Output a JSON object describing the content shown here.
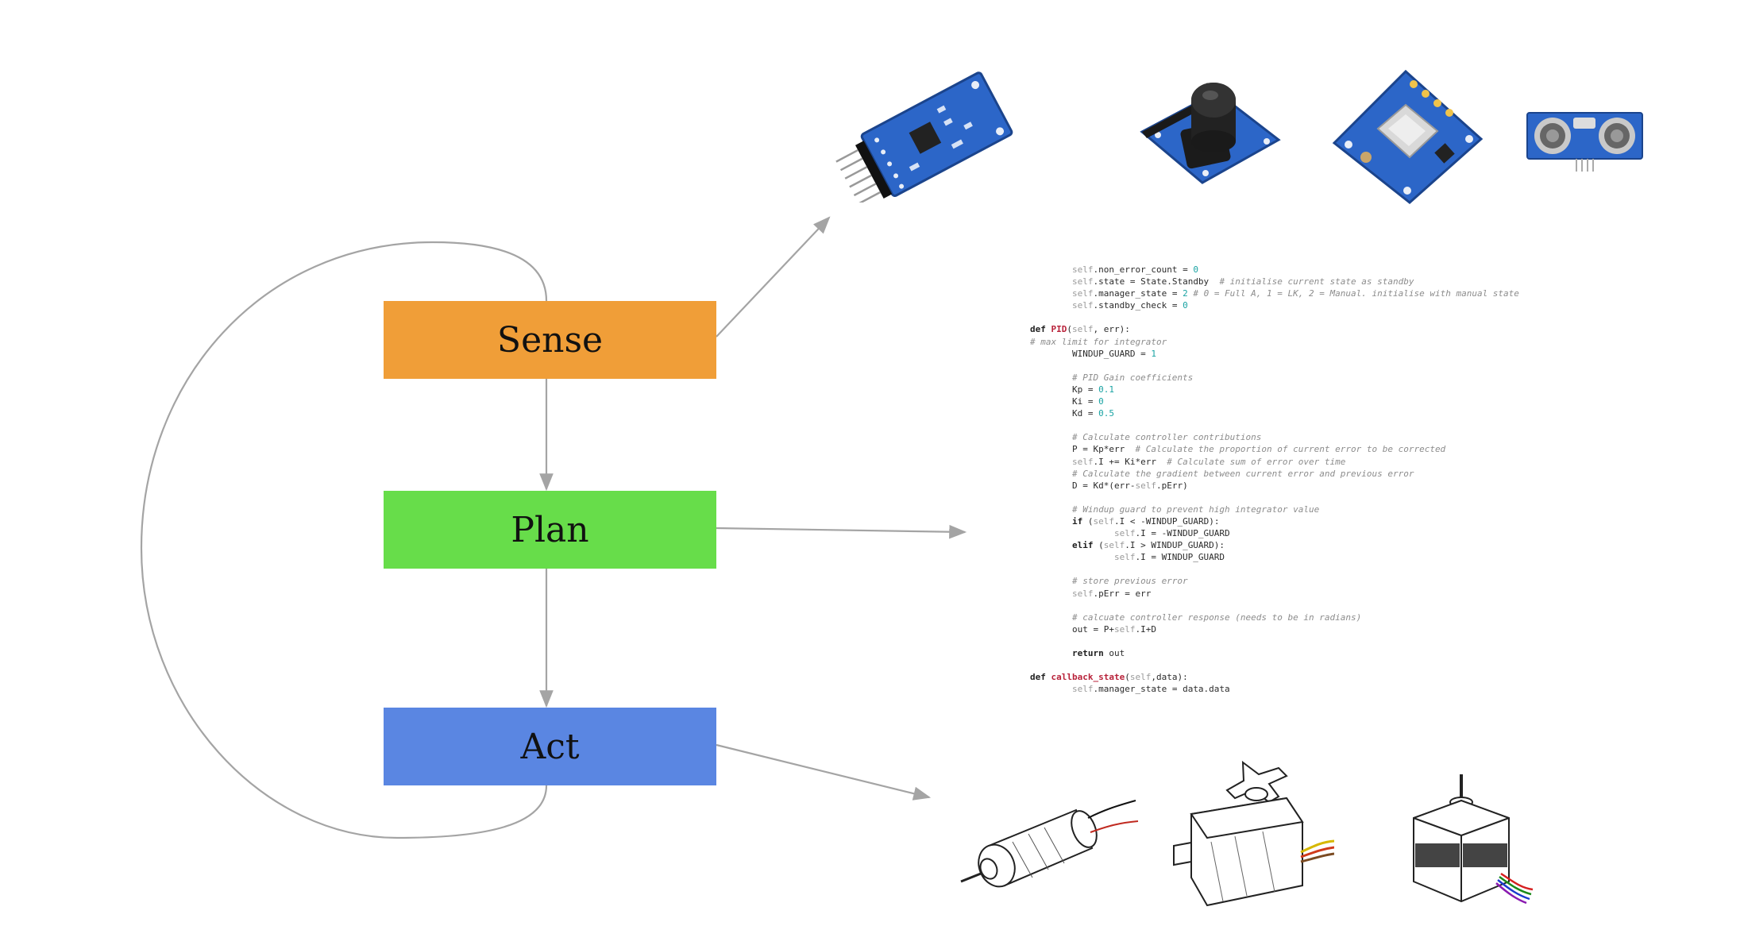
{
  "colors": {
    "sense": "#f09e38",
    "plan": "#67dd4a",
    "act": "#5a86e2",
    "connector": "#a4a4a4",
    "pcb_blue": "#2c66c8"
  },
  "stages": {
    "sense": "Sense",
    "plan": "Plan",
    "act": "Act"
  },
  "sensor_images": [
    "imu-module-icon",
    "camera-module-icon",
    "gps-module-icon",
    "ultrasonic-sensor-icon"
  ],
  "actuator_images": [
    "dc-motor-icon",
    "servo-motor-icon",
    "stepper-motor-icon"
  ],
  "code_lines": [
    [
      {
        "c": "sf",
        "t": "        self"
      },
      {
        "c": "",
        "t": ".non_error_count = "
      },
      {
        "c": "nm",
        "t": "0"
      }
    ],
    [
      {
        "c": "sf",
        "t": "        self"
      },
      {
        "c": "",
        "t": ".state = State.Standby  "
      },
      {
        "c": "cm",
        "t": "# initialise current state as standby"
      }
    ],
    [
      {
        "c": "sf",
        "t": "        self"
      },
      {
        "c": "",
        "t": ".manager_state = "
      },
      {
        "c": "nm",
        "t": "2"
      },
      {
        "c": "cm",
        "t": " # 0 = Full A, 1 = LK, 2 = Manual. initialise with manual state"
      }
    ],
    [
      {
        "c": "sf",
        "t": "        self"
      },
      {
        "c": "",
        "t": ".standby_check = "
      },
      {
        "c": "nm",
        "t": "0"
      }
    ],
    [
      {
        "c": "",
        "t": ""
      }
    ],
    [
      {
        "c": "kw",
        "t": "def "
      },
      {
        "c": "fn",
        "t": "PID"
      },
      {
        "c": "",
        "t": "("
      },
      {
        "c": "sf",
        "t": "self"
      },
      {
        "c": "",
        "t": ", err):"
      }
    ],
    [
      {
        "c": "cm",
        "t": "# max limit for integrator"
      }
    ],
    [
      {
        "c": "",
        "t": "        WINDUP_GUARD = "
      },
      {
        "c": "nm",
        "t": "1"
      }
    ],
    [
      {
        "c": "",
        "t": ""
      }
    ],
    [
      {
        "c": "cm",
        "t": "        # PID Gain coefficients"
      }
    ],
    [
      {
        "c": "",
        "t": "        Kp = "
      },
      {
        "c": "nm",
        "t": "0.1"
      }
    ],
    [
      {
        "c": "",
        "t": "        Ki = "
      },
      {
        "c": "nm",
        "t": "0"
      }
    ],
    [
      {
        "c": "",
        "t": "        Kd = "
      },
      {
        "c": "nm",
        "t": "0.5"
      }
    ],
    [
      {
        "c": "",
        "t": ""
      }
    ],
    [
      {
        "c": "cm",
        "t": "        # Calculate controller contributions"
      }
    ],
    [
      {
        "c": "",
        "t": "        P = Kp*err  "
      },
      {
        "c": "cm",
        "t": "# Calculate the proportion of current error to be corrected"
      }
    ],
    [
      {
        "c": "sf",
        "t": "        self"
      },
      {
        "c": "",
        "t": ".I += Ki*err  "
      },
      {
        "c": "cm",
        "t": "# Calculate sum of error over time"
      }
    ],
    [
      {
        "c": "cm",
        "t": "        # Calculate the gradient between current error and previous error"
      }
    ],
    [
      {
        "c": "",
        "t": "        D = Kd*(err-"
      },
      {
        "c": "sf",
        "t": "self"
      },
      {
        "c": "",
        "t": ".pErr)"
      }
    ],
    [
      {
        "c": "",
        "t": ""
      }
    ],
    [
      {
        "c": "cm",
        "t": "        # Windup guard to prevent high integrator value"
      }
    ],
    [
      {
        "c": "kw",
        "t": "        if "
      },
      {
        "c": "",
        "t": "("
      },
      {
        "c": "sf",
        "t": "self"
      },
      {
        "c": "",
        "t": ".I < -WINDUP_GUARD):"
      }
    ],
    [
      {
        "c": "sf",
        "t": "                self"
      },
      {
        "c": "",
        "t": ".I = -WINDUP_GUARD"
      }
    ],
    [
      {
        "c": "kw",
        "t": "        elif "
      },
      {
        "c": "",
        "t": "("
      },
      {
        "c": "sf",
        "t": "self"
      },
      {
        "c": "",
        "t": ".I > WINDUP_GUARD):"
      }
    ],
    [
      {
        "c": "sf",
        "t": "                self"
      },
      {
        "c": "",
        "t": ".I = WINDUP_GUARD"
      }
    ],
    [
      {
        "c": "",
        "t": ""
      }
    ],
    [
      {
        "c": "cm",
        "t": "        # store previous error"
      }
    ],
    [
      {
        "c": "sf",
        "t": "        self"
      },
      {
        "c": "",
        "t": ".pErr = err"
      }
    ],
    [
      {
        "c": "",
        "t": ""
      }
    ],
    [
      {
        "c": "cm",
        "t": "        # calcuate controller response (needs to be in radians)"
      }
    ],
    [
      {
        "c": "",
        "t": "        out = P+"
      },
      {
        "c": "sf",
        "t": "self"
      },
      {
        "c": "",
        "t": ".I+D"
      }
    ],
    [
      {
        "c": "",
        "t": ""
      }
    ],
    [
      {
        "c": "kw",
        "t": "        return "
      },
      {
        "c": "",
        "t": "out"
      }
    ],
    [
      {
        "c": "",
        "t": ""
      }
    ],
    [
      {
        "c": "kw",
        "t": "def "
      },
      {
        "c": "fn",
        "t": "callback_state"
      },
      {
        "c": "",
        "t": "("
      },
      {
        "c": "sf",
        "t": "self"
      },
      {
        "c": "",
        "t": ",data):"
      }
    ],
    [
      {
        "c": "sf",
        "t": "        self"
      },
      {
        "c": "",
        "t": ".manager_state = data.data"
      }
    ]
  ]
}
